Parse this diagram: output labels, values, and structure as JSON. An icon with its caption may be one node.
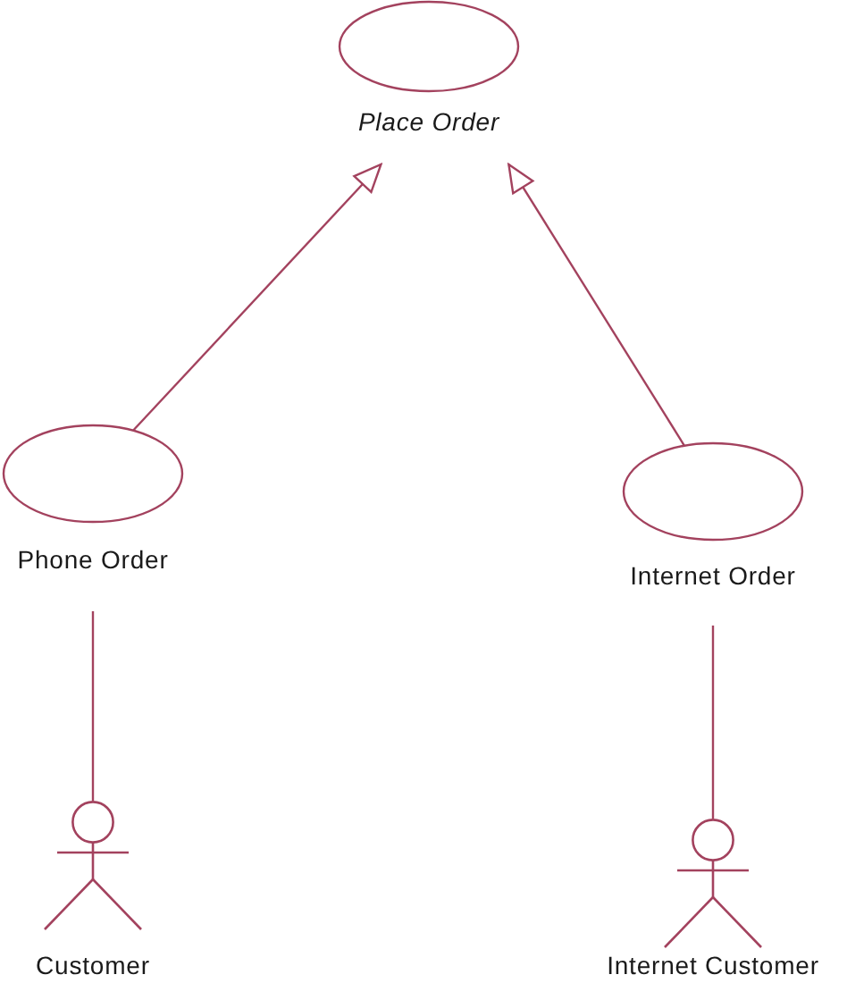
{
  "diagram": {
    "nodes": [
      {
        "text": [
          "Place Order"
        ]
      },
      {
        "text": [
          "Phone Order"
        ]
      },
      {
        "text": [
          "Internet Order"
        ]
      },
      {
        "text": [
          "Customer"
        ]
      },
      {
        "text": [
          "Internet Customer"
        ]
      }
    ],
    "edges": [
      {
        "from": 1,
        "to": 0,
        "arrow": "to"
      },
      {
        "from": 2,
        "to": 0,
        "arrow": "to"
      },
      {
        "from": 3,
        "to": 1,
        "arrow": "none"
      },
      {
        "from": 4,
        "to": 2,
        "arrow": "none"
      }
    ]
  }
}
